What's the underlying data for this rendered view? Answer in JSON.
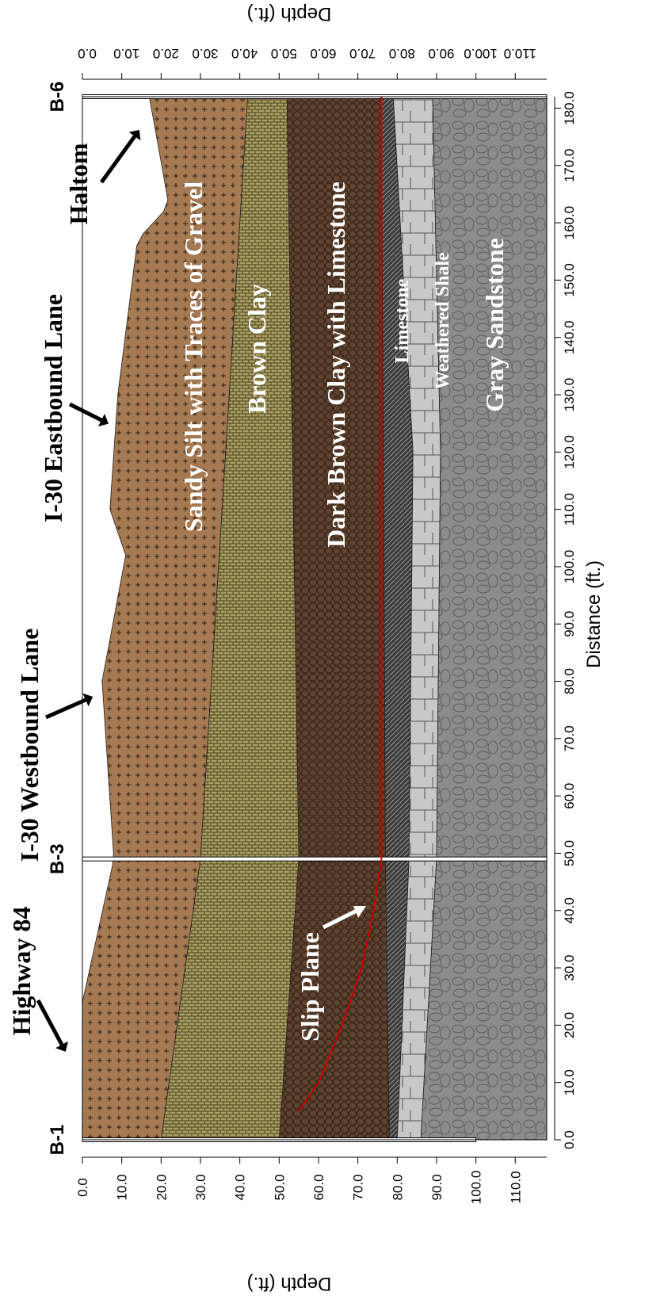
{
  "chart_data": {
    "type": "area",
    "orientation": "rotated-90-clockwise",
    "xlabel": "Distance (ft.)",
    "ylabel": "Depth (ft.)",
    "ylabel_right": "Depth (ft.)",
    "xlim": [
      0,
      182
    ],
    "ylim": [
      0,
      118
    ],
    "x_ticks": [
      "0.0",
      "10.0",
      "20.0",
      "30.0",
      "40.0",
      "50.0",
      "60.0",
      "70.0",
      "80.0",
      "90.0",
      "100.0",
      "110.0",
      "120.0",
      "130.0",
      "140.0",
      "150.0",
      "160.0",
      "170.0",
      "180.0"
    ],
    "y_ticks": [
      "0.0",
      "10.0",
      "20.0",
      "30.0",
      "40.0",
      "50.0",
      "60.0",
      "70.0",
      "80.0",
      "90.0",
      "100.0",
      "110.0"
    ],
    "layers": [
      {
        "name": "Sandy Silt with Traces of Gravel",
        "color": "#a57a52",
        "pattern": "plus",
        "top": [
          [
            0,
            0
          ],
          [
            24,
            0
          ],
          [
            49,
            8
          ],
          [
            80,
            5
          ],
          [
            102,
            11
          ],
          [
            110,
            7
          ],
          [
            130,
            9
          ],
          [
            157,
            14
          ],
          [
            163,
            22
          ],
          [
            182,
            17
          ]
        ],
        "bottom": [
          [
            0,
            20
          ],
          [
            49,
            30
          ],
          [
            182,
            42
          ]
        ]
      },
      {
        "name": "Brown Clay",
        "color": "#a99f62",
        "pattern": "brick",
        "bottom": [
          [
            0,
            50
          ],
          [
            49,
            55
          ],
          [
            182,
            52
          ]
        ]
      },
      {
        "name": "Dark Brown Clay with Limestone",
        "color": "#5f4330",
        "pattern": "hex",
        "bottom": [
          [
            0,
            78
          ],
          [
            49,
            77
          ],
          [
            182,
            76
          ]
        ]
      },
      {
        "name": "Limestone",
        "color": "#3b3b3b",
        "pattern": "diagonal",
        "bottom": [
          [
            0,
            80
          ],
          [
            49,
            83
          ],
          [
            120,
            84
          ],
          [
            182,
            79
          ]
        ]
      },
      {
        "name": "Weathered Shale",
        "color": "#c8c8c8",
        "pattern": "block",
        "bottom": [
          [
            0,
            86
          ],
          [
            49,
            90
          ],
          [
            120,
            91
          ],
          [
            182,
            89
          ]
        ]
      },
      {
        "name": "Gray Sandstone",
        "color": "#8c8c8c",
        "pattern": "stones",
        "bottom": [
          [
            0,
            118
          ],
          [
            182,
            118
          ]
        ]
      }
    ],
    "slip_plane": {
      "name": "Slip Plane",
      "color": "#cc0000",
      "points": [
        [
          5,
          55
        ],
        [
          10,
          60
        ],
        [
          20,
          66
        ],
        [
          30,
          71
        ],
        [
          40,
          74
        ],
        [
          49,
          76
        ],
        [
          120,
          76
        ],
        [
          182,
          76
        ]
      ]
    },
    "boreholes": [
      {
        "label": "B-1",
        "x": 0,
        "depth": 100
      },
      {
        "label": "B-3",
        "x": 49,
        "depth": 118
      },
      {
        "label": "B-6",
        "x": 182,
        "depth": 118
      }
    ],
    "annotations": [
      {
        "text": "Highway 84",
        "x": 25
      },
      {
        "text": "I-30 Westbound Lane",
        "x": 80
      },
      {
        "text": "I-30 Eastbound Lane",
        "x": 130
      },
      {
        "text": "Haltom",
        "x": 173
      }
    ]
  }
}
